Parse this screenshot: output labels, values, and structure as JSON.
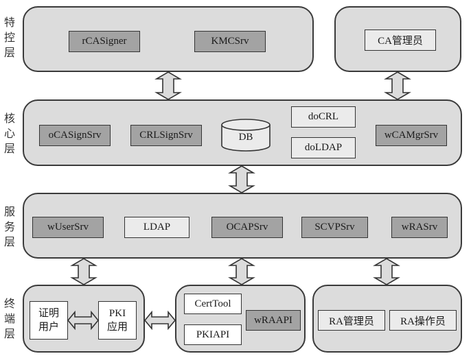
{
  "layers": {
    "privileged": {
      "label": [
        "特",
        "控",
        "层"
      ],
      "items": {
        "rcasigner": "rCASigner",
        "kmcsrv": "KMCSrv"
      },
      "ca_admin": "CA管理员"
    },
    "core": {
      "label": [
        "核",
        "心",
        "层"
      ],
      "items": {
        "ocasignsrv": "oCASignSrv",
        "crlsignsrv": "CRLSignSrv",
        "db": "DB",
        "docrl": "doCRL",
        "doldap": "doLDAP",
        "wcamgrsrv": "wCAMgrSrv"
      }
    },
    "service": {
      "label": [
        "服",
        "务",
        "层"
      ],
      "items": {
        "wusersrv": "wUserSrv",
        "ldap": "LDAP",
        "ocapsrv": "OCAPSrv",
        "scvpsrv": "SCVPSrv",
        "wrasrv": "wRASrv"
      }
    },
    "terminal": {
      "label": [
        "终",
        "端",
        "层"
      ],
      "items": {
        "cert_user": [
          "证明",
          "用户"
        ],
        "pki_app": [
          "PKI",
          "应用"
        ],
        "certtool": "CertTool",
        "pkiapi": "PKIAPI",
        "wraapi": "wRAAPI",
        "ra_admin": "RA管理员",
        "ra_operator": "RA操作员"
      }
    }
  },
  "colors": {
    "panel": "#dcdcdc",
    "dark_box": "#a3a3a3",
    "light_box": "#ebebeb",
    "white_box": "#ffffff",
    "stroke": "#333333"
  }
}
